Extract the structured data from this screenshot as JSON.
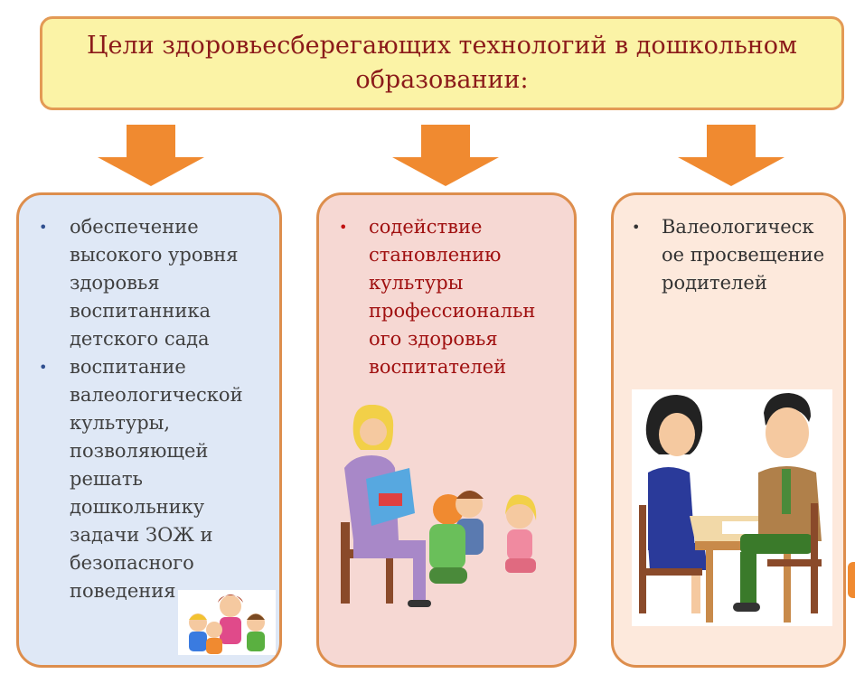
{
  "title": "Цели здоровьесберегающих технологий в дошкольном образовании:",
  "colors": {
    "title_bg": "#fbf3a6",
    "border": "#e39a55",
    "arrow": "#f08a30",
    "title_text": "#8b1a1a"
  },
  "columns": [
    {
      "items": [
        "обеспечение высокого уровня здоровья воспитанника детского сада",
        "воспитание валеологической культуры, позволяющей решать дошкольнику задачи ЗОЖ и безопасного поведения"
      ]
    },
    {
      "items": [
        "содействие становлению культуры профессиональн ого здоровья воспитателей"
      ]
    },
    {
      "items": [
        "Валеологическ ое просвещение родителей"
      ]
    }
  ]
}
